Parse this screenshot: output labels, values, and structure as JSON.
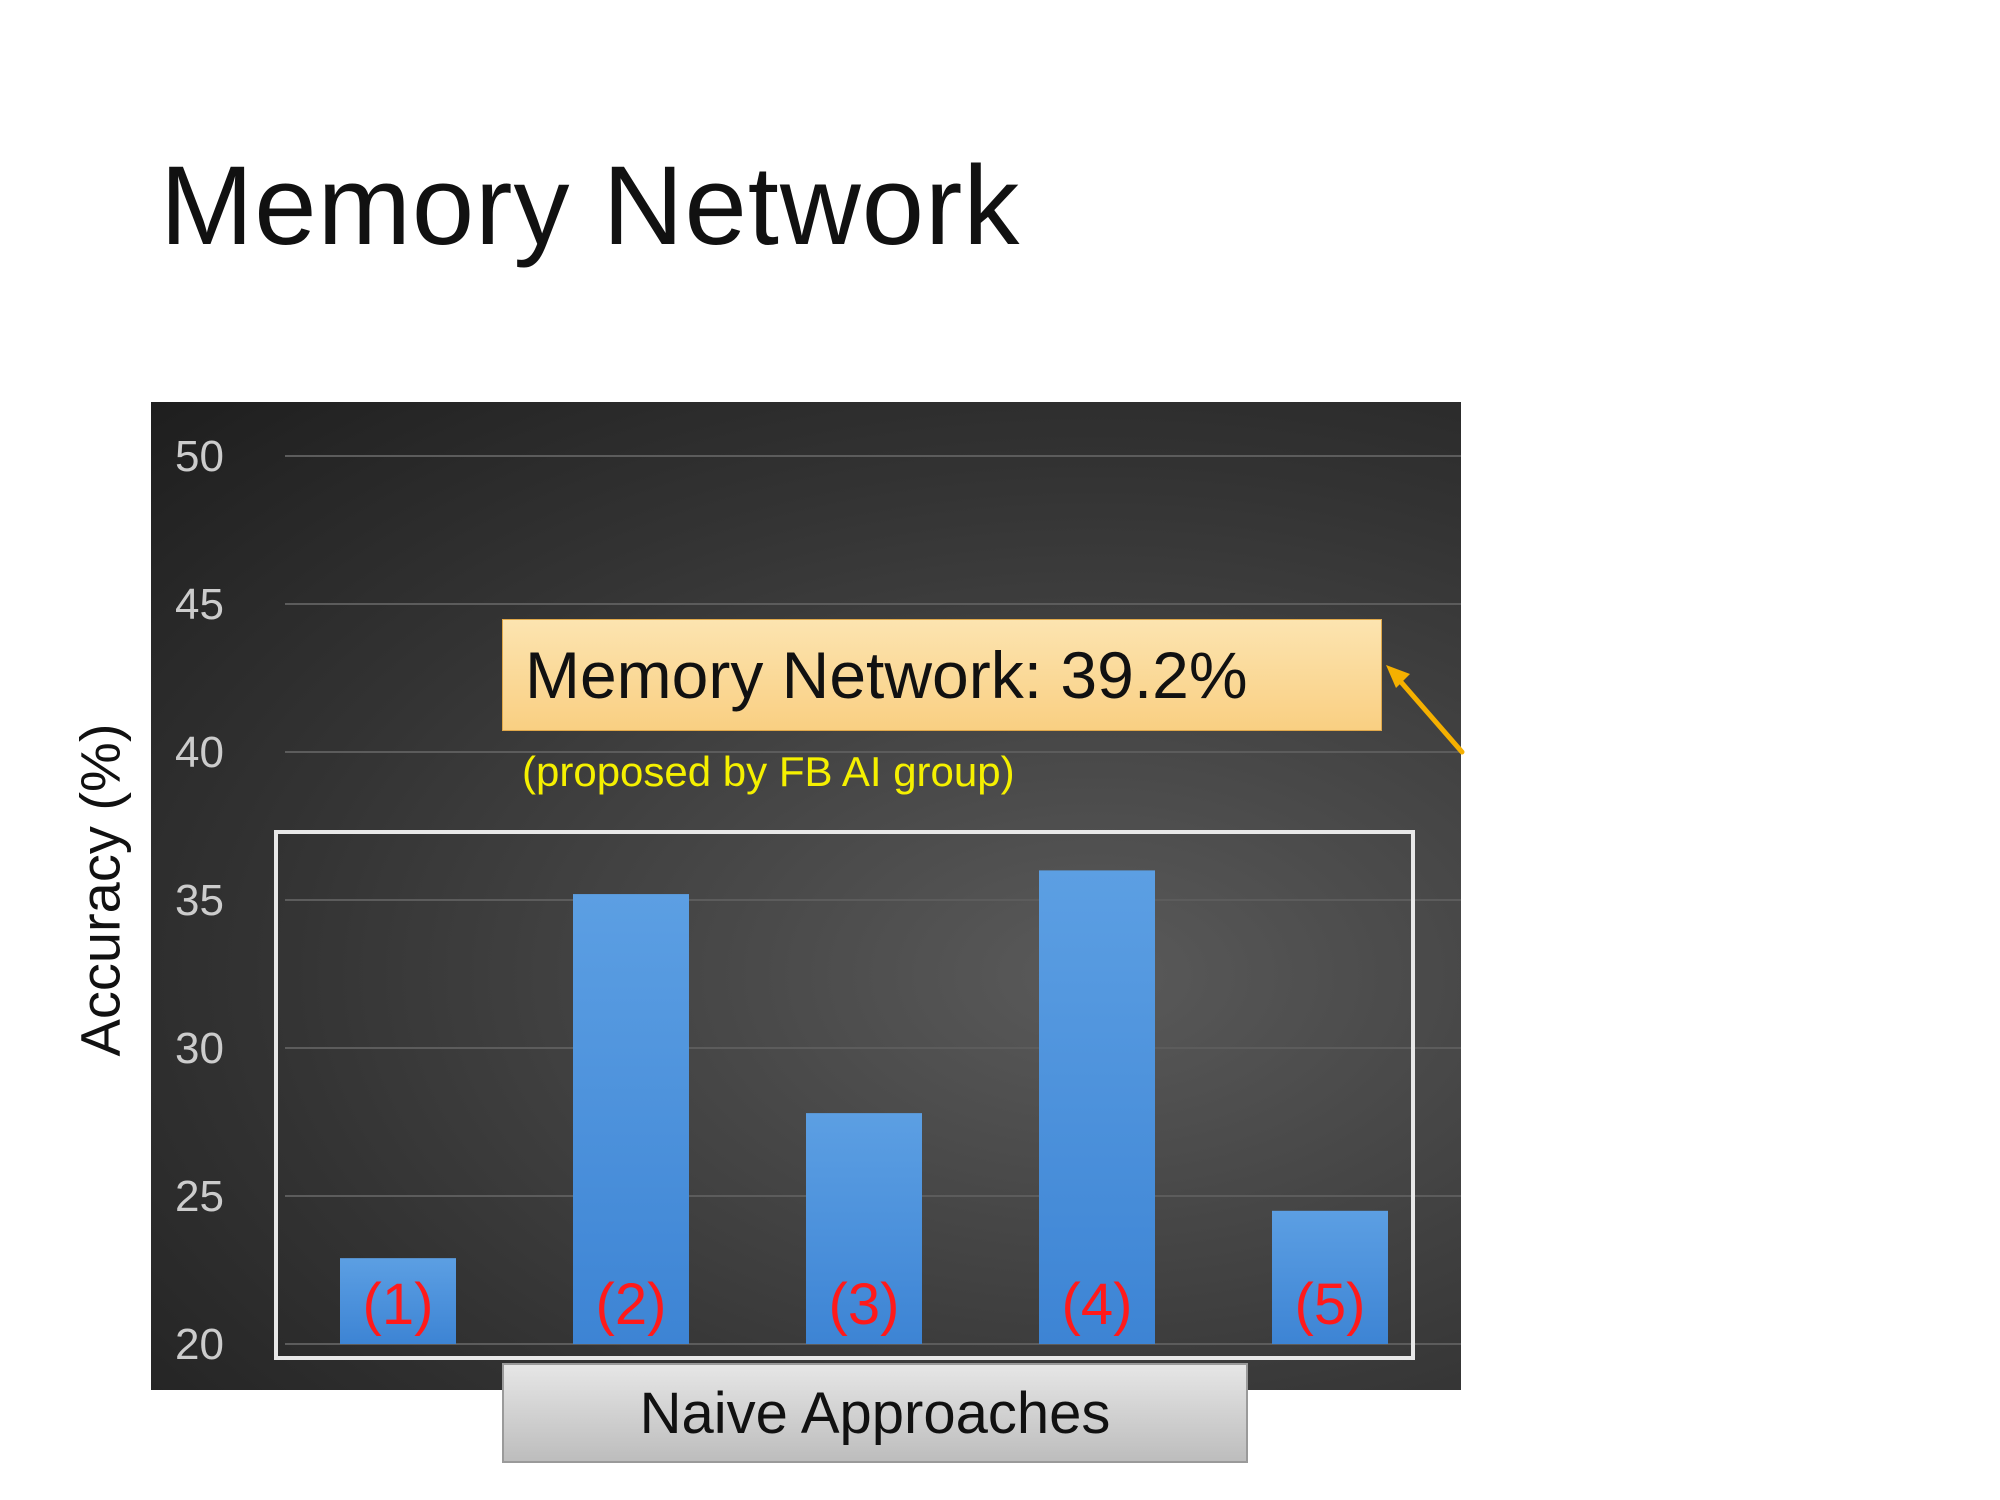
{
  "slide": {
    "title": "Memory Network"
  },
  "colors": {
    "bar": "#4a90d9",
    "bar_label": "#ff1a1a",
    "tick_label": "#cccccc",
    "gridline": "#5c5c5c",
    "callout_fill": "#f9cf82",
    "callout_note": "#f5f000",
    "arrow": "#f5b000"
  },
  "callout": {
    "text": "Memory Network: 39.2%",
    "note": "(proposed by FB AI group)"
  },
  "naive_label": "Naive Approaches",
  "chart_data": {
    "type": "bar",
    "ylabel": "Accuracy (%)",
    "xlabel": "",
    "ylim": [
      20,
      50
    ],
    "yticks": [
      20,
      25,
      30,
      35,
      40,
      45,
      50
    ],
    "grid": true,
    "categories": [
      "(1)",
      "(2)",
      "(3)",
      "(4)",
      "(5)"
    ],
    "values": [
      22.9,
      35.2,
      27.8,
      36.0,
      24.5
    ]
  }
}
